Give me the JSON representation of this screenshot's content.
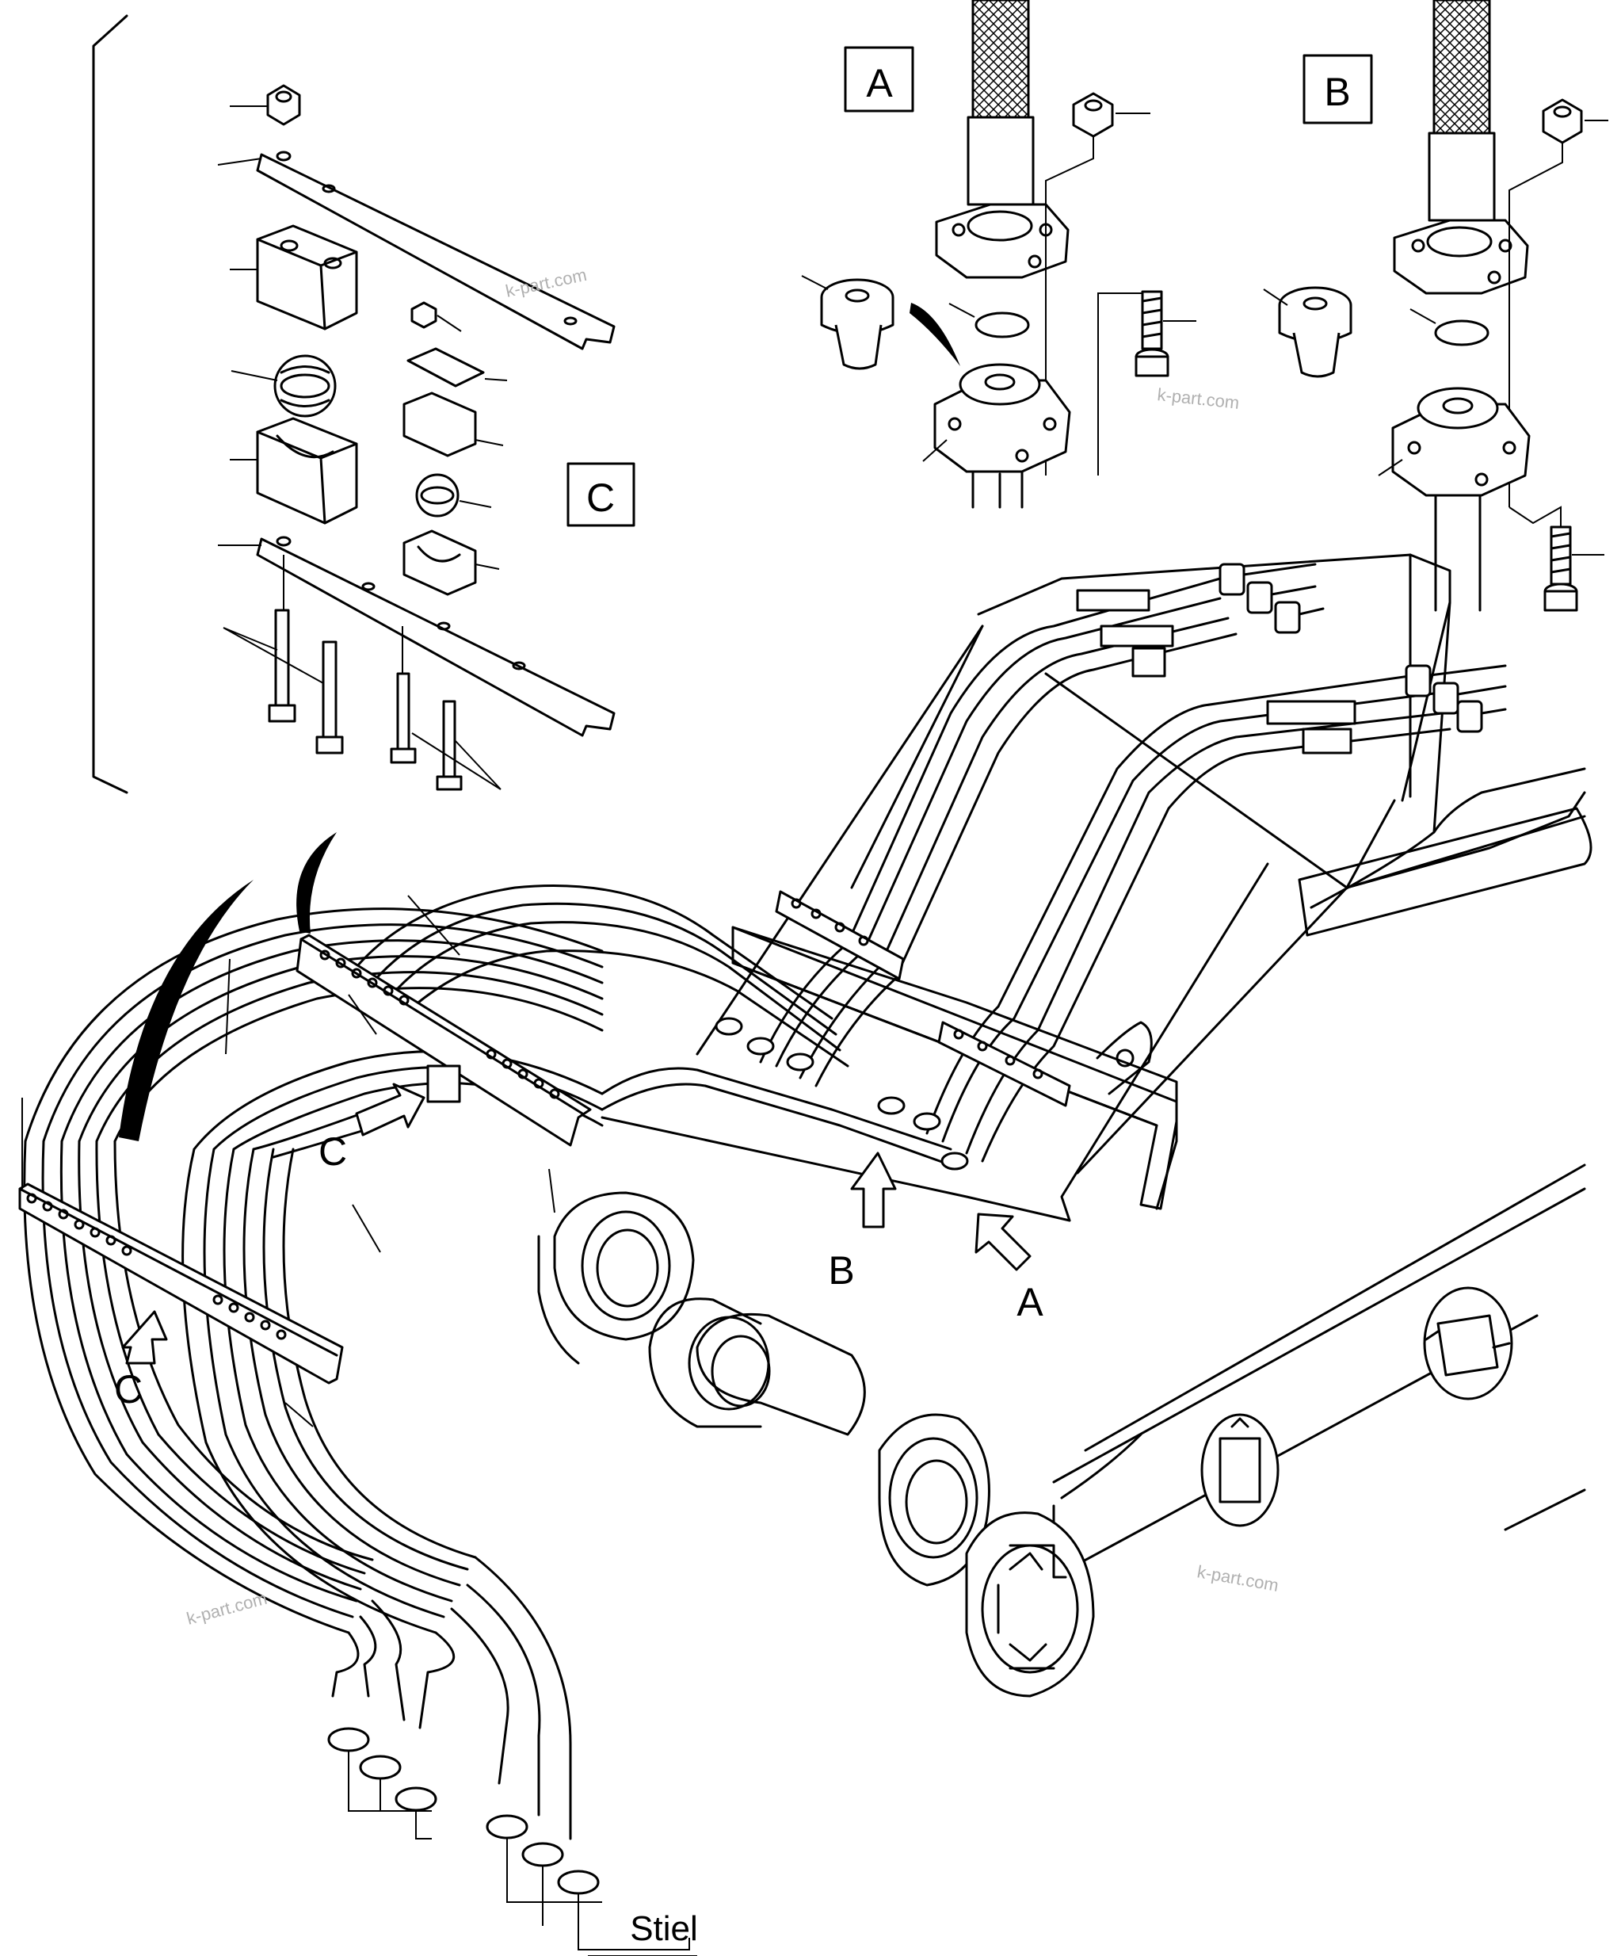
{
  "detail_labels": {
    "a": "A",
    "b": "B",
    "c": "C"
  },
  "arrow_labels": {
    "c_left": "C",
    "c_mid": "C",
    "b": "B",
    "a": "A"
  },
  "part_name": "Stiel",
  "watermark": "k-part.com"
}
